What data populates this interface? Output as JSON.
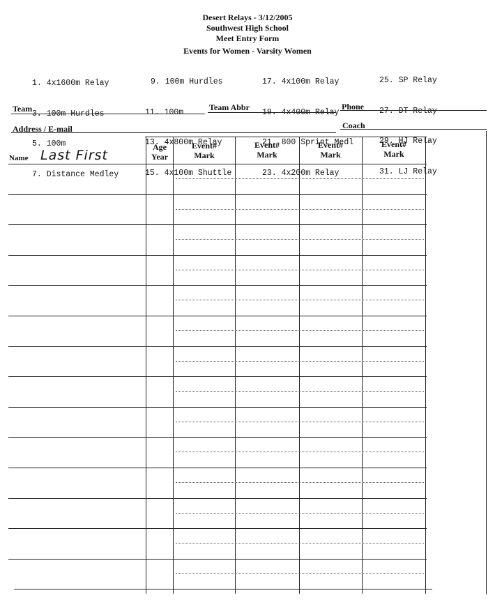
{
  "header": {
    "line1": "Desert Relays - 3/12/2005",
    "line2": "Southwest High School",
    "line3": "Meet Entry Form",
    "line4": "Events for Women - Varsity Women"
  },
  "events": {
    "col1": [
      "1. 4x1600m Relay",
      "3. 100m Hurdles",
      "5. 100m",
      "7. Distance Medley"
    ],
    "col2": [
      "9. 100m Hurdles",
      "11. 100m",
      "13. 4x800m Relay",
      "15. 4x100m Shuttle"
    ],
    "col3": [
      "17. 4x100m Relay",
      "19. 4x400m Relay",
      "21. 800 Sprint Medl",
      "23. 4x200m Relay"
    ],
    "col4": [
      "25. SP Relay",
      "27. DT Relay",
      "29. HJ Relay",
      "31. LJ Relay"
    ]
  },
  "fields": {
    "team": "Team",
    "team_abbr": "Team Abbr",
    "phone": "Phone",
    "address": "Address / E-mail",
    "coach": "Coach"
  },
  "table": {
    "name_label": "Name",
    "handwritten": "Last  First",
    "age_line1": "Age",
    "age_line2": "Year",
    "event_line1": "Event#",
    "event_line2": "Mark"
  }
}
